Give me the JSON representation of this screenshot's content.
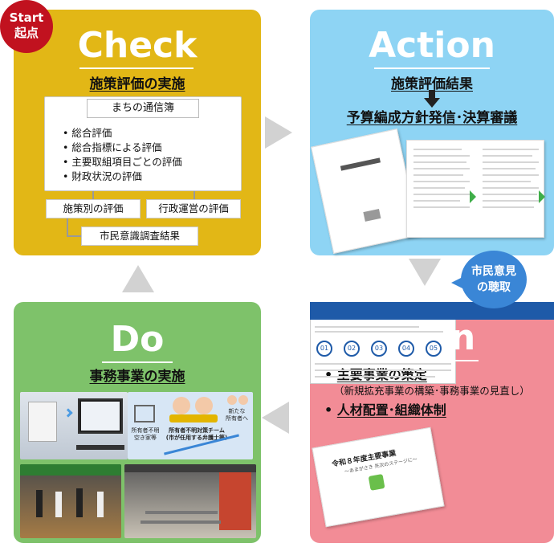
{
  "start_badge": {
    "line1": "Start",
    "line2": "起点"
  },
  "check": {
    "title": "Check",
    "subtitle": "施策評価の実施",
    "town_box": {
      "header": "まちの通信簿",
      "items": [
        "総合評価",
        "総合指標による評価",
        "主要取組項目ごとの評価",
        "財政状況の評価"
      ]
    },
    "eval_policy": "施策別の評価",
    "eval_admin": "行政運営の評価",
    "survey": "市民意識調査結果",
    "color": "#e2b716"
  },
  "action": {
    "title": "Action",
    "line1": "施策評価結果",
    "line2": "予算編成方針発信･決算審議",
    "color": "#8ed4f4"
  },
  "do": {
    "title": "Do",
    "subtitle": "事務事業の実施",
    "team_labels": {
      "unknown_owner": "所有者不明\n空き家等",
      "team": "所有者不明対策チーム\n(市が任用する弁護士等)",
      "new_owner": "新たな\n所有者へ"
    },
    "color": "#7ec26a"
  },
  "plan": {
    "title": "Plan",
    "items": [
      {
        "label": "主要事業の策定",
        "note": "（新規拡充事業の構築･事務事業の見直し）"
      },
      {
        "label": "人材配置･組織体制",
        "note": ""
      }
    ],
    "doc_title": "令和８年度主要事業",
    "doc_subtitle": "〜あまがさき 先次のステージに〜",
    "summary_numbers": [
      "01",
      "02",
      "03",
      "04",
      "05"
    ],
    "color": "#f28c96"
  },
  "citizen_hearing": {
    "line1": "市民意見",
    "line2": "の聴取",
    "color": "#3a86d6"
  }
}
